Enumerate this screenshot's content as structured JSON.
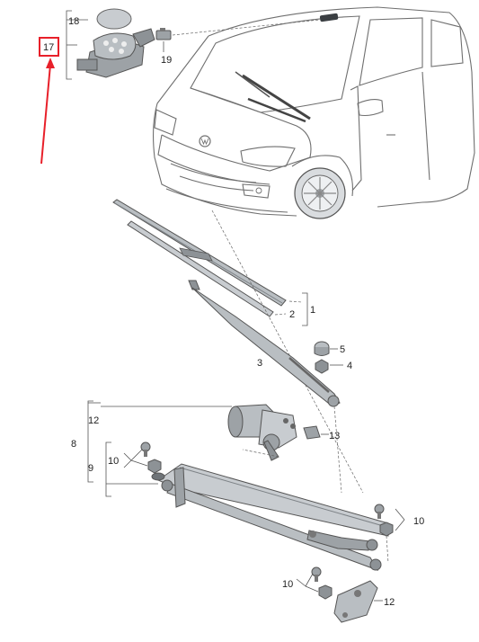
{
  "callouts": {
    "c1": "1",
    "c2": "2",
    "c3": "3",
    "c4": "4",
    "c5": "5",
    "c8": "8",
    "c9": "9",
    "c10a": "10",
    "c10b": "10",
    "c10c": "10",
    "c12a": "12",
    "c12b": "12",
    "c13": "13",
    "c17": "17",
    "c18": "18",
    "c19": "19"
  },
  "colors": {
    "highlight": "#e8202a",
    "part_fill": "#b9bec2",
    "part_dark": "#55595d",
    "car_line": "#6f6f6f"
  },
  "icons": [
    "vehicle-front-view",
    "rain-light-sensor",
    "wiper-blade",
    "wiper-arm",
    "wiper-motor",
    "wiper-linkage"
  ]
}
